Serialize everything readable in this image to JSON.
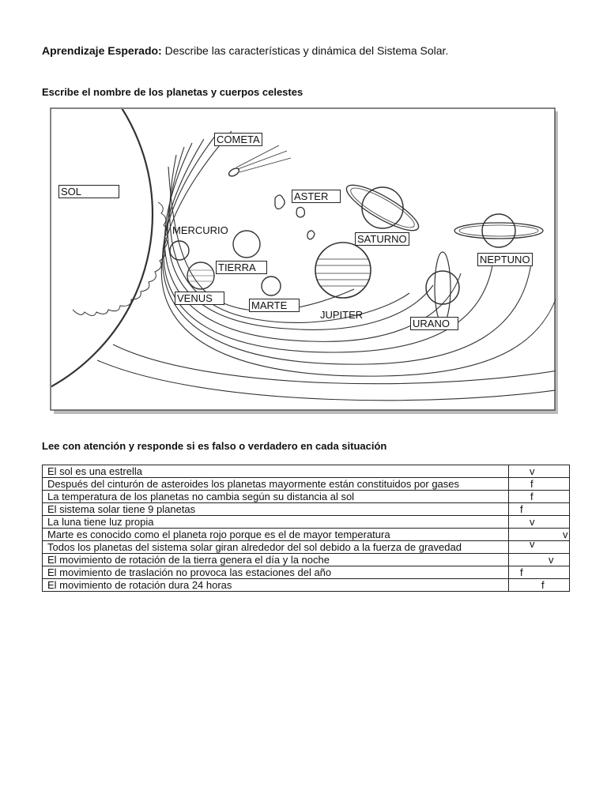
{
  "header": {
    "label": "Aprendizaje Esperado:",
    "text": "Describe las características y dinámica del Sistema Solar."
  },
  "section1_title": "Escribe el nombre de los planetas y cuerpos celestes",
  "labels": {
    "sol": "SOL",
    "cometa": "COMETA",
    "aster": "ASTER",
    "mercurio": "MERCURIO",
    "saturno": "SATURNO",
    "neptuno": "NEPTUNO",
    "tierra": "TIERRA",
    "venus": "VENUS",
    "marte": "MARTE",
    "jupiter": "JUPITER",
    "urano": "URANO"
  },
  "section2_title": "Lee con atención y responde si es falso o verdadero en cada situación",
  "statements": [
    {
      "text": "El sol es una estrella",
      "answer": "v"
    },
    {
      "text": "Después del cinturón de asteroides los planetas mayormente están constituidos por gases",
      "answer": "f"
    },
    {
      "text": "La temperatura de los planetas no cambia según su distancia al sol",
      "answer": "f"
    },
    {
      "text": "El sistema solar tiene 9 planetas",
      "answer": "f"
    },
    {
      "text": "La luna tiene luz propia",
      "answer": "v"
    },
    {
      "text": "Marte es conocido como el planeta rojo porque es el de mayor temperatura",
      "answer": "v"
    },
    {
      "text": "Todos los planetas del sistema solar giran alrededor del sol debido a la fuerza de gravedad",
      "answer": "v"
    },
    {
      "text": "El movimiento de rotación de la tierra genera el día y la noche",
      "answer": "v"
    },
    {
      "text": "El movimiento de traslación no provoca las estaciones del año",
      "answer": "f"
    },
    {
      "text": "El movimiento de rotación dura 24 horas",
      "answer": "f"
    }
  ]
}
